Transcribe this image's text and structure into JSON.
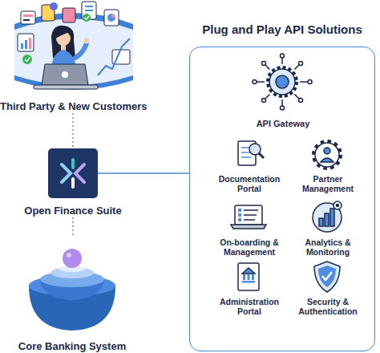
{
  "diagram": {
    "nodes": [
      {
        "text": [
          "Third Party & New Customers"
        ]
      },
      {
        "text": [
          "Open Finance Suite"
        ]
      },
      {
        "text": [
          "Core Banking System"
        ]
      },
      {
        "text": [
          "Plug and Play API Solutions"
        ]
      },
      {
        "text": [
          "API Gateway"
        ],
        "in": 3
      },
      {
        "text": [
          "Documentation Portal"
        ],
        "in": 3
      },
      {
        "text": [
          "Partner Management"
        ],
        "in": 3
      },
      {
        "text": [
          "On-boarding & Management"
        ],
        "in": 3
      },
      {
        "text": [
          "Analytics & Monitoring"
        ],
        "in": 3
      },
      {
        "text": [
          "Administration Portal"
        ],
        "in": 3
      },
      {
        "text": [
          "Security & Authentication"
        ],
        "in": 3
      }
    ],
    "edges": [
      {
        "from": 0,
        "to": 1,
        "arrow": "none"
      },
      {
        "from": 1,
        "to": 2,
        "arrow": "none"
      },
      {
        "from": 1,
        "to": 3,
        "arrow": "none"
      }
    ]
  }
}
